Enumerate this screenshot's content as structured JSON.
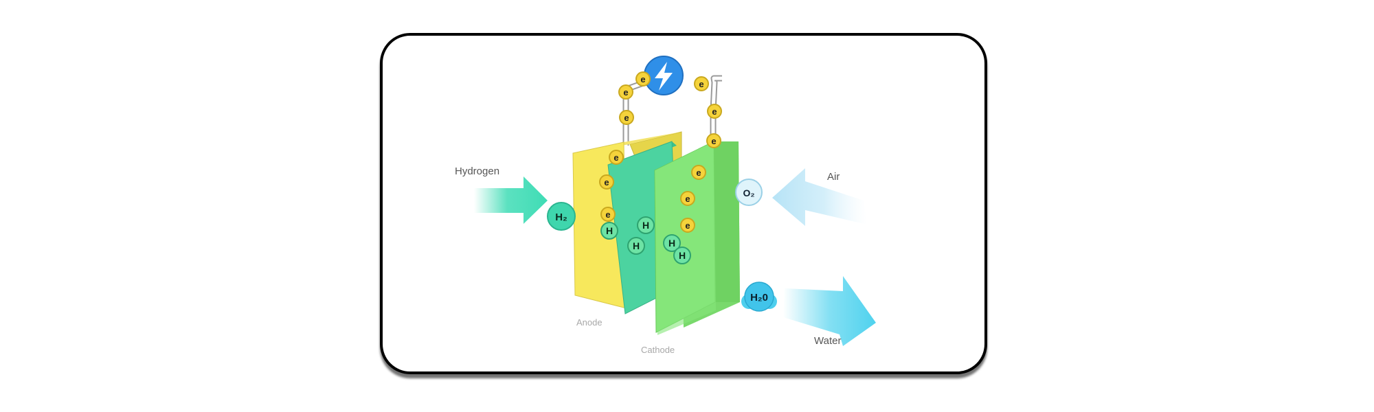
{
  "diagram": {
    "labels": {
      "hydrogen": "Hydrogen",
      "air": "Air",
      "water": "Water",
      "anode": "Anode",
      "cathode": "Cathode"
    },
    "molecules": {
      "h2": "H₂",
      "o2": "O₂",
      "h2o": "H₂0",
      "proton": "H",
      "electron": "e"
    },
    "icon": "lightning-bolt-icon",
    "colors": {
      "anode": "#f7e85c",
      "membrane": "#4cd3a0",
      "cathode": "#86e67a",
      "electron": "#f5d33b",
      "proton": "#6ee3a5",
      "hydrogen_arrow": "#3fdcb5",
      "air_arrow": "#b6e3f6",
      "water_arrow": "#4fd2ee",
      "load_circle": "#2f8fe8"
    }
  }
}
